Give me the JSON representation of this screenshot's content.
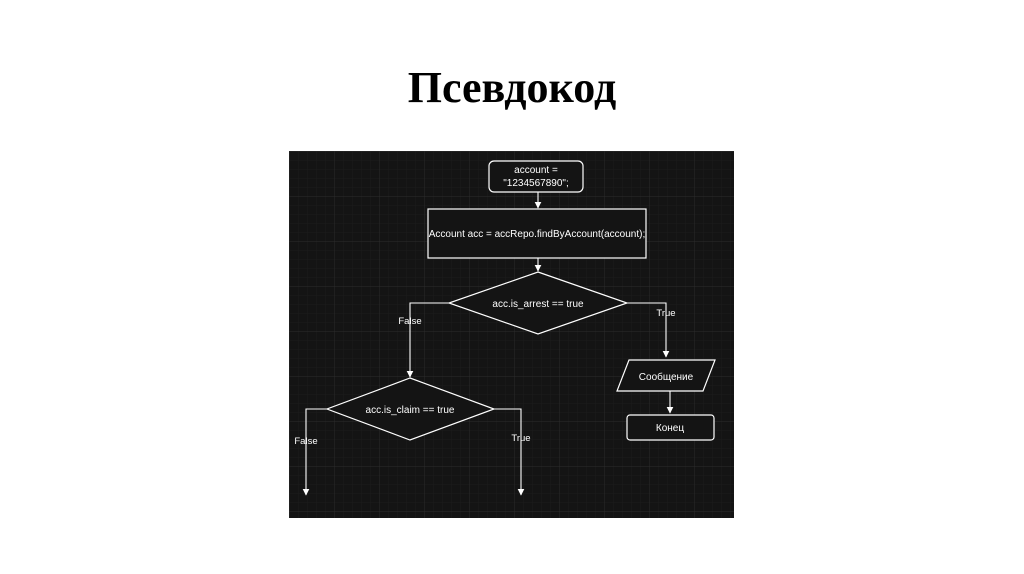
{
  "slide": {
    "title": "Псевдокод"
  },
  "diagram": {
    "colors": {
      "background": "#141414",
      "grid": "#2a2a2a",
      "stroke": "#ffffff",
      "text": "#ffffff"
    },
    "nodes": {
      "start_line1": "account =",
      "start_line2": "\"1234567890\";",
      "process": "Account acc = accRepo.findByAccount(account);",
      "decision1": "acc.is_arrest == true",
      "io": "Сообщение",
      "end": "Конец",
      "decision2": "acc.is_claim == true"
    },
    "edge_labels": {
      "d1_false": "False",
      "d1_true": "True",
      "d2_false": "False",
      "d2_true": "True"
    }
  }
}
